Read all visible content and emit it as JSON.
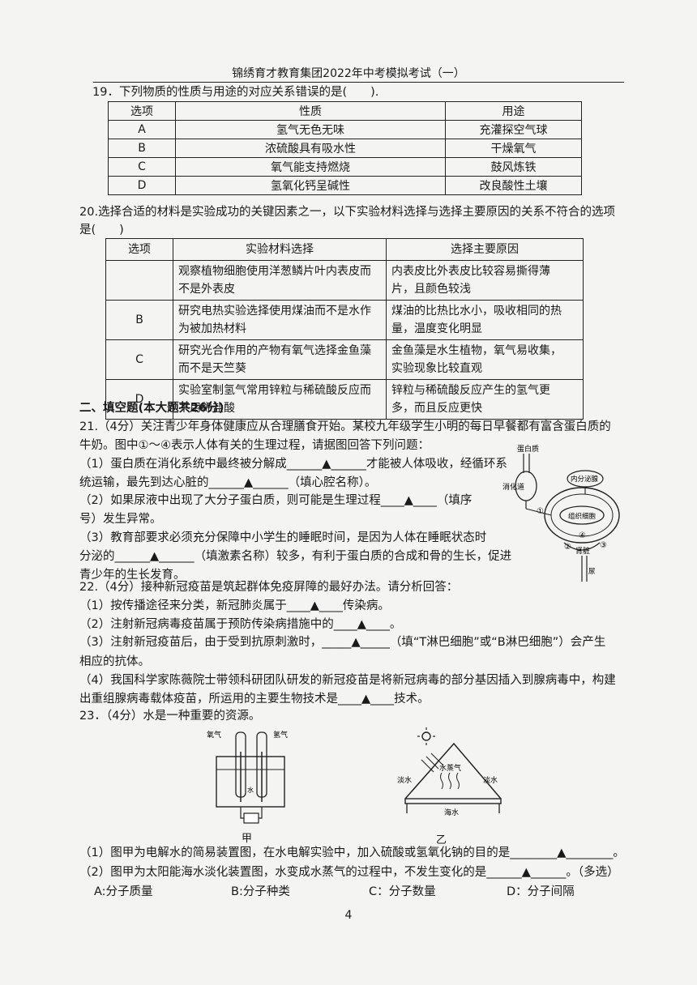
{
  "header": {
    "title": "锦绣育才教育集团2022年中考模拟考试（一）"
  },
  "q19": {
    "stem": "19．下列物质的性质与用途的对应关系错误的是(　　).",
    "columns": [
      "选项",
      "性质",
      "用途"
    ],
    "rows": [
      [
        "A",
        "氢气无色无味",
        "充灌探空气球"
      ],
      [
        "B",
        "浓硫酸具有吸水性",
        "干燥氧气"
      ],
      [
        "C",
        "氧气能支持燃烧",
        "鼓风炼铁"
      ],
      [
        "D",
        "氢氧化钙呈碱性",
        "改良酸性土壤"
      ]
    ]
  },
  "q20": {
    "stem_line1": "20.选择合适的材料是实验成功的关键因素之一，以下实验材料选择与选择主要原因的关系不符合的选项",
    "stem_line2": "是(　　)",
    "columns": [
      "选项",
      "实验材料选择",
      "选择主要原因"
    ],
    "rows": [
      {
        "opt": "",
        "material": [
          "观察植物细胞使用洋葱鳞片叶内表皮而",
          "不是外表皮"
        ],
        "reason": [
          "内表皮比外表皮比较容易撕得薄",
          "片，且颜色较浅"
        ]
      },
      {
        "opt": "B",
        "material": [
          "研究电热实验选择使用煤油而不是水作",
          "为被加热材料"
        ],
        "reason": [
          "煤油的比热比水小，吸收相同的热",
          "量，温度变化明显"
        ]
      },
      {
        "opt": "C",
        "material": [
          "研究光合作用的产物有氧气选择金鱼藻",
          "而不是天竺葵"
        ],
        "reason": [
          "金鱼藻是水生植物，氧气易收集，",
          "实验现象比较直观"
        ]
      },
      {
        "opt": "D",
        "material": [
          "实验室制氢气常用锌粒与稀硫酸反应而",
          "不用稀盐酸"
        ],
        "reason": [
          "锌粒与稀硫酸反应产生的氢气更",
          "多，而且反应更快"
        ]
      }
    ]
  },
  "section2": {
    "title": "二、填空题(本大题共26分)"
  },
  "q21": {
    "l1": "21.（4分）关注青少年身体健康应从合理膳食开始。某校九年级学生小明的每日早餐都有富含蛋白质的",
    "l2": "牛奶。图中①～④表示人体有关的生理过程，请据图回答下列问题：",
    "l3": "（1）蛋白质在消化系统中最终被分解成______▲______才能被人体吸收，经循环系",
    "l4": "统运输，最先到达心脏的______▲______（填心腔名称）。",
    "l5": "（2）如果尿液中出现了大分子蛋白质，则可能是生理过程____▲____（填序",
    "l6": "号）发生异常。",
    "l7": "（3）教育部要求必须充分保障中小学生的睡眠时间，是因为人体在睡眠状态时",
    "l8": "分泌的______▲______（填激素名称）较多，有利于蛋白质的合成和骨的生长，促进",
    "l9": "青少年的生长发育。",
    "fig_labels": {
      "protein": "蛋白质",
      "digest": "消化道",
      "endocrine": "内分泌腺",
      "tissue": "组织细胞",
      "kidney": "肾脏",
      "urine": "尿",
      "c1": "①",
      "c2": "②",
      "c3": "③",
      "c4": "④"
    }
  },
  "q22": {
    "l1": "22.（4分）接种新冠疫苗是筑起群体免疫屏障的最好办法。请分析回答：",
    "l2": "（1）按传播途径来分类，新冠肺炎属于____▲____传染病。",
    "l3": "（2）注射新冠病毒疫苗属于预防传染病措施中的____▲____。",
    "l4": "（3）注射新冠疫苗后，由于受到抗原刺激时，_____▲_____（填“T淋巴细胞”或“B淋巴细胞”）会产生",
    "l5": "相应的抗体。",
    "l6": "（4）我国科学家陈薇院士带领科研团队研发的新冠疫苗是将新冠病毒的部分基因插入到腺病毒中，构建",
    "l7": "出重组腺病毒载体疫苗，所运用的主要生物技术是____▲____技术。"
  },
  "q23": {
    "l1": "23．（4分）水是一种重要的资源。",
    "fig_a_caption": "甲",
    "fig_b_caption": "乙",
    "fig_a_labels": {
      "left": "氧气",
      "right": "氢气",
      "water": "水"
    },
    "fig_b_labels": {
      "left": "淡水",
      "right": "淡水",
      "vapor": "水蒸气",
      "sea": "海水"
    },
    "l2": "（1）图甲为电解水的简易装置图，在水电解实验中，加入硫酸或氢氧化钠的目的是________▲________。",
    "l3": "（2）图甲为太阳能海水淡化装置图，水变成水蒸气的过程中，不发生变化的是______▲______。（多选）",
    "options": [
      "A:分子质量",
      "B:分子种类",
      "C：分子数量",
      "D：分子间隔"
    ]
  },
  "page_number": "4"
}
